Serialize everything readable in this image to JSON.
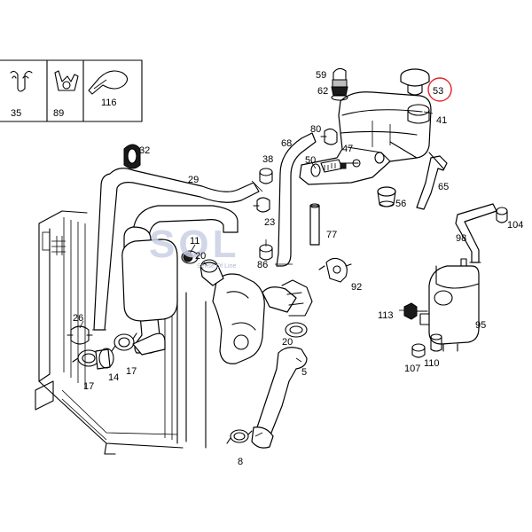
{
  "legend": {
    "items": [
      {
        "label": "35",
        "icon": "clip-u-icon"
      },
      {
        "label": "89",
        "icon": "clip-double-icon"
      },
      {
        "label": "116",
        "icon": "cable-tie-icon"
      }
    ]
  },
  "callouts": [
    "59",
    "62",
    "53",
    "41",
    "80",
    "47",
    "68",
    "32",
    "38",
    "50",
    "65",
    "29",
    "23",
    "56",
    "104",
    "77",
    "98",
    "11",
    "20",
    "86",
    "92",
    "26",
    "113",
    "95",
    "20",
    "14",
    "17",
    "17",
    "107",
    "110",
    "5",
    "8"
  ],
  "highlight": {
    "part": "53",
    "color": "#e0262a"
  },
  "watermark": {
    "logo_text": "SOL",
    "sub_text": "Sense Of Line"
  },
  "colors": {
    "line": "#000000",
    "background": "#ffffff"
  }
}
